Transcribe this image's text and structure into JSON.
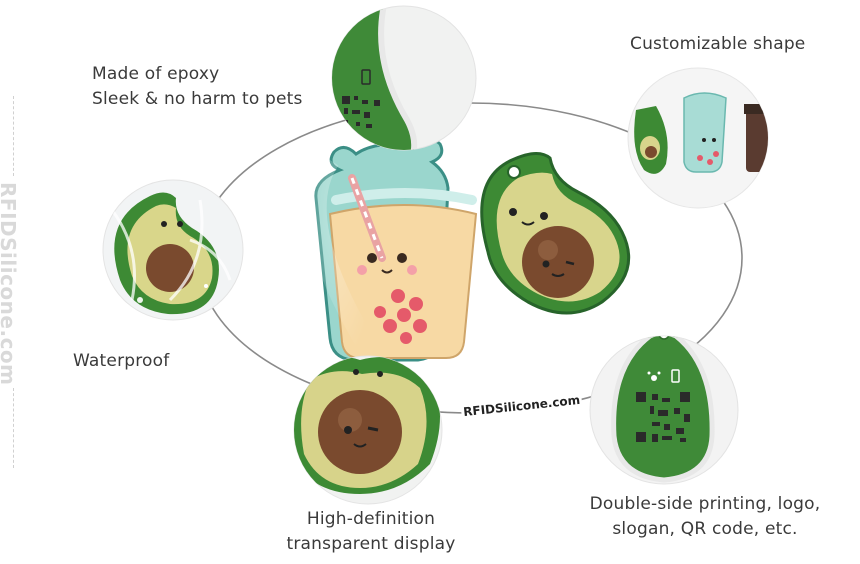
{
  "captions": {
    "epoxy_line1": "Made of epoxy",
    "epoxy_line2": "Sleek & no harm to pets",
    "custom_shape": "Customizable shape",
    "waterproof": "Waterproof",
    "hd_line1": "High-definition",
    "hd_line2": "transparent display",
    "printing_line1": "Double-side printing, logo,",
    "printing_line2": "slogan, QR code, etc."
  },
  "watermark": {
    "side_text": "RFIDSilicone.com",
    "brand_label": "RFIDSilicone.com"
  },
  "colors": {
    "avocado_green": "#3d8a34",
    "avocado_flesh": "#d9d68a",
    "pit_brown": "#7a4a2e",
    "tea_cup": "#8fd0c8",
    "circle_stroke": "#8a8a8a"
  },
  "icons": [
    "qr-code-icon",
    "nfc-phone-icon",
    "paw-icon"
  ]
}
